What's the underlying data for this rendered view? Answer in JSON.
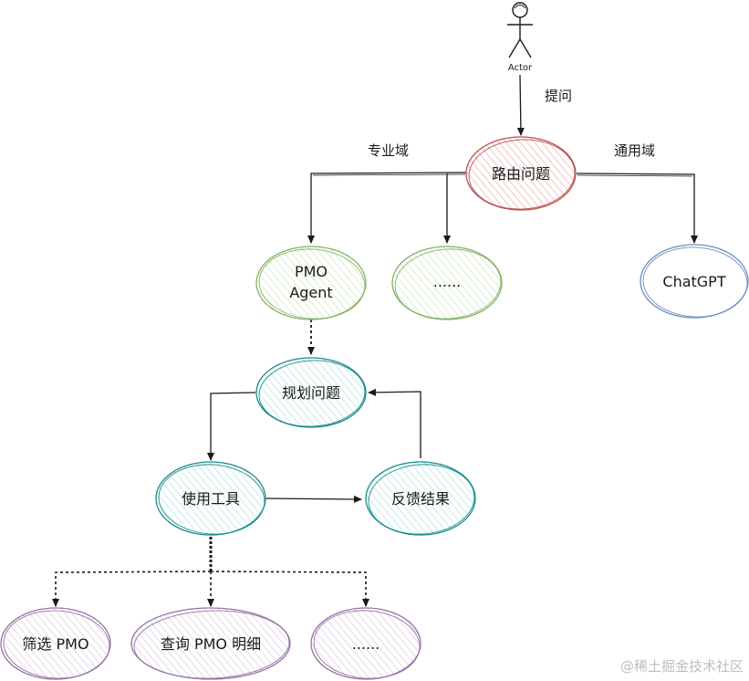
{
  "actor": {
    "label": "Actor"
  },
  "edges": {
    "ask": "提问",
    "professional": "专业域",
    "general": "通用域"
  },
  "nodes": {
    "route": "路由问题",
    "pmo_agent_line1": "PMO",
    "pmo_agent_line2": "Agent",
    "other_agent": "......",
    "chatgpt": "ChatGPT",
    "plan": "规划问题",
    "use_tool": "使用工具",
    "feedback": "反馈结果",
    "filter_pmo": "筛选 PMO",
    "query_pmo": "查询 PMO 明细",
    "other_tool": "......"
  },
  "watermark": "@稀土掘金技术社区",
  "colors": {
    "red": "#b85450",
    "red_fill": "#f8cecc",
    "green": "#82b366",
    "green_fill": "#d5e8d4",
    "blue": "#6c8ebf",
    "teal": "#1a8a8a",
    "teal_fill": "#cfeeee",
    "purple": "#9673a6"
  }
}
